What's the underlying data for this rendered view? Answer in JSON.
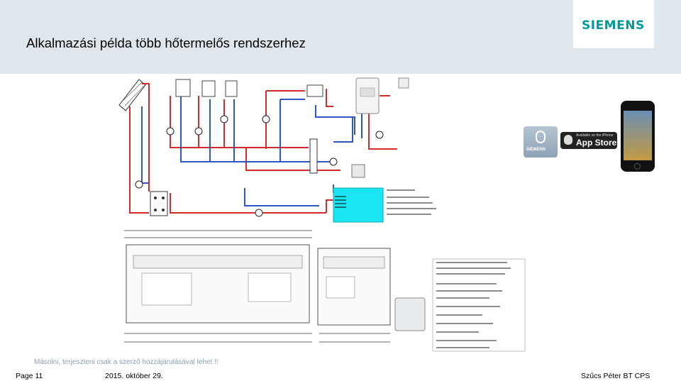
{
  "slide": {
    "title": "Alkalmazási példa több hőtermelős rendszerhez",
    "brand": "SIEMENS",
    "copyright": "Másolni, terjeszteni csak a szerző hozzájárulásával lehet !!",
    "page": "Page 11",
    "date": "2015. október 29.",
    "author": "Szűcs Péter    BT CPS"
  },
  "promo": {
    "tile_brand": "SIEMENS",
    "store_small": "Available on the iPhone",
    "store_big": "App Store"
  },
  "colors": {
    "header_bg": "#dfe6ec",
    "brand": "#009999",
    "hot_pipe": "#d42a2a",
    "cold_pipe": "#2f57c4",
    "tank": "#19e6f2",
    "copyright": "#8aa0b4"
  }
}
